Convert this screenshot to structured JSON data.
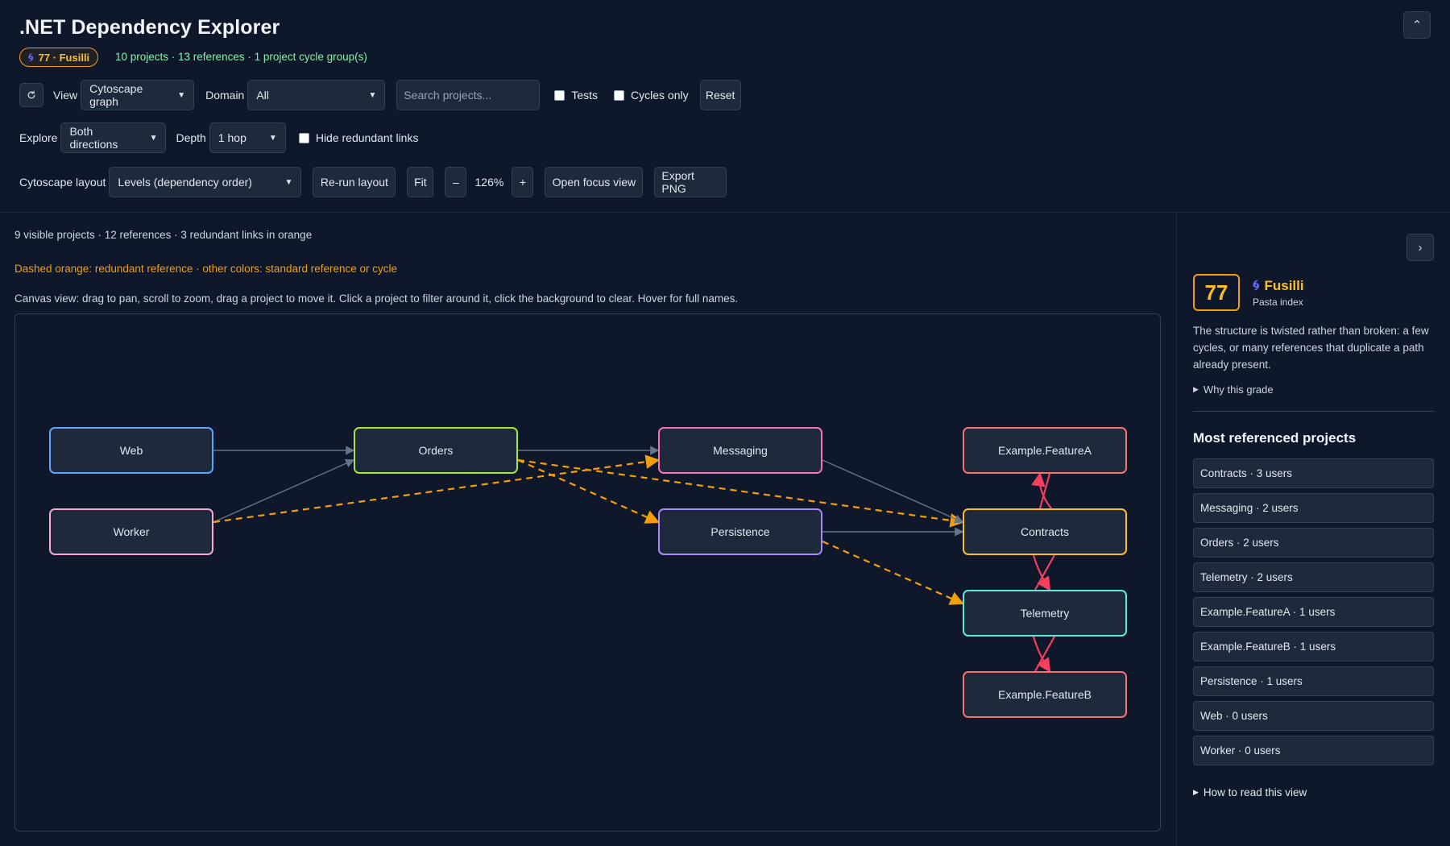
{
  "header": {
    "title": ".NET Dependency Explorer",
    "badge": "77 · Fusilli",
    "summary": "10 projects · 13 references · 1 project cycle group(s)"
  },
  "toolbar": {
    "view_label": "View",
    "view_value": "Cytoscape graph",
    "domain_label": "Domain",
    "domain_value": "All",
    "search_placeholder": "Search projects...",
    "tests_label": "Tests",
    "cycles_label": "Cycles only",
    "reset_label": "Reset",
    "explore_label": "Explore",
    "explore_value": "Both directions",
    "depth_label": "Depth",
    "depth_value": "1 hop",
    "hide_redundant_label": "Hide redundant links",
    "layout_label": "Cytoscape layout",
    "layout_value": "Levels (dependency order)",
    "rerun_label": "Re-run layout",
    "fit_label": "Fit",
    "zoom_out_label": "–",
    "zoom_value": "126%",
    "zoom_in_label": "+",
    "focus_label": "Open focus view",
    "export_label": "Export PNG"
  },
  "info": {
    "visible": "9 visible projects · 12 references · 3 redundant links in orange",
    "legend": "Dashed orange: redundant reference · other colors: standard reference or cycle",
    "help": "Canvas view: drag to pan, scroll to zoom, drag a project to move it. Click a project to filter around it, click the background to clear. Hover for full names."
  },
  "graph": {
    "nodes": [
      {
        "id": "web",
        "label": "Web",
        "color": "#60a5fa"
      },
      {
        "id": "worker",
        "label": "Worker",
        "color": "#f9a8d4"
      },
      {
        "id": "orders",
        "label": "Orders",
        "color": "#a3e635"
      },
      {
        "id": "messaging",
        "label": "Messaging",
        "color": "#f472b6"
      },
      {
        "id": "persistence",
        "label": "Persistence",
        "color": "#a78bfa"
      },
      {
        "id": "featureA",
        "label": "Example.FeatureA",
        "color": "#f87171"
      },
      {
        "id": "contracts",
        "label": "Contracts",
        "color": "#fbbf24"
      },
      {
        "id": "telemetry",
        "label": "Telemetry",
        "color": "#5eead4"
      },
      {
        "id": "featureB",
        "label": "Example.FeatureB",
        "color": "#f87171"
      }
    ],
    "edges": [
      {
        "from": "web",
        "to": "orders",
        "kind": "standard"
      },
      {
        "from": "worker",
        "to": "orders",
        "kind": "standard"
      },
      {
        "from": "worker",
        "to": "messaging",
        "kind": "redundant"
      },
      {
        "from": "orders",
        "to": "messaging",
        "kind": "standard"
      },
      {
        "from": "orders",
        "to": "persistence",
        "kind": "redundant"
      },
      {
        "from": "orders",
        "to": "contracts",
        "kind": "redundant"
      },
      {
        "from": "messaging",
        "to": "contracts",
        "kind": "standard"
      },
      {
        "from": "persistence",
        "to": "contracts",
        "kind": "standard"
      },
      {
        "from": "persistence",
        "to": "telemetry",
        "kind": "redundant"
      },
      {
        "from": "contracts",
        "to": "featureA",
        "kind": "cycle"
      },
      {
        "from": "contracts",
        "to": "telemetry",
        "kind": "cycle"
      },
      {
        "from": "telemetry",
        "to": "featureB",
        "kind": "cycle"
      }
    ],
    "colors": {
      "standard": "#64748b",
      "redundant": "#f59e0b",
      "cycle": "#f43f5e"
    }
  },
  "sidebar": {
    "score": "77",
    "grade": "Fusilli",
    "grade_sub": "Pasta index",
    "description": "The structure is twisted rather than broken: a few cycles, or many references that duplicate a path already present.",
    "why_label": "Why this grade",
    "most_referenced_title": "Most referenced projects",
    "most_referenced": [
      "Contracts · 3 users",
      "Messaging · 2 users",
      "Orders · 2 users",
      "Telemetry · 2 users",
      "Example.FeatureA · 1 users",
      "Example.FeatureB · 1 users",
      "Persistence · 1 users",
      "Web · 0 users",
      "Worker · 0 users"
    ],
    "howto_label": "How to read this view"
  },
  "icons": {
    "refresh": "refresh-icon",
    "collapse": "chevron-up-icon",
    "expand": "chevron-right-icon",
    "spiral": "spiral-icon"
  }
}
